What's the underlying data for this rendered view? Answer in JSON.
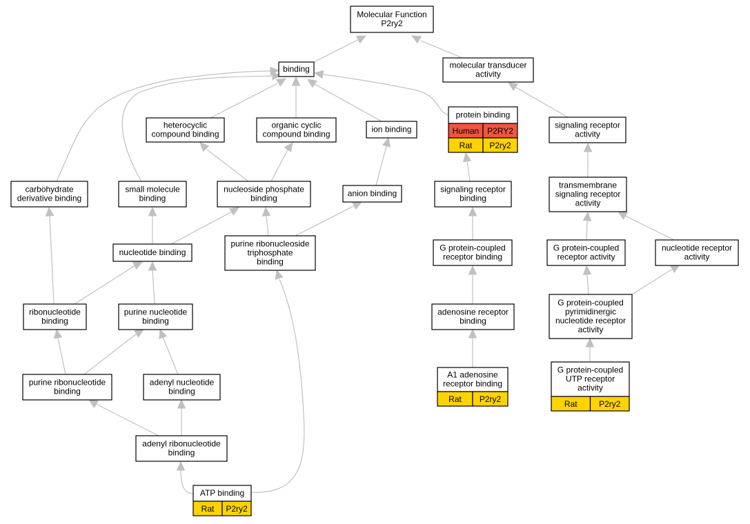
{
  "colors": {
    "human": "#f0553f",
    "rat": "#ffd300",
    "edge": "#c0c0c0",
    "node_border": "#000000"
  },
  "nodes": [
    {
      "id": "mf",
      "lines": [
        "Molecular Function",
        "P2ry2"
      ]
    },
    {
      "id": "binding",
      "lines": [
        "binding"
      ]
    },
    {
      "id": "mol_trans",
      "lines": [
        "molecular transducer",
        "activity"
      ]
    },
    {
      "id": "hetero",
      "lines": [
        "heterocyclic",
        "compound binding"
      ]
    },
    {
      "id": "orgcyc",
      "lines": [
        "organic cyclic",
        "compound binding"
      ]
    },
    {
      "id": "ion",
      "lines": [
        "ion binding"
      ]
    },
    {
      "id": "protein",
      "lines": [
        "protein binding"
      ],
      "tags": [
        [
          "Human",
          "P2RY2"
        ],
        [
          "Rat",
          "P2ry2"
        ]
      ]
    },
    {
      "id": "sig_rec_act",
      "lines": [
        "signaling receptor",
        "activity"
      ]
    },
    {
      "id": "carb",
      "lines": [
        "carbohydrate",
        "derivative binding"
      ]
    },
    {
      "id": "smallmol",
      "lines": [
        "small molecule",
        "binding"
      ]
    },
    {
      "id": "nucphos",
      "lines": [
        "nucleoside phosphate",
        "binding"
      ]
    },
    {
      "id": "anion",
      "lines": [
        "anion binding"
      ]
    },
    {
      "id": "sig_rec_bind",
      "lines": [
        "signaling receptor",
        "binding"
      ]
    },
    {
      "id": "tm_sig",
      "lines": [
        "transmembrane",
        "signaling receptor",
        "activity"
      ]
    },
    {
      "id": "nucleotide",
      "lines": [
        "nucleotide binding"
      ]
    },
    {
      "id": "purine_rnstp",
      "lines": [
        "purine ribonucleoside",
        "triphosphate",
        "binding"
      ]
    },
    {
      "id": "gpcr_bind",
      "lines": [
        "G protein-coupled",
        "receptor binding"
      ]
    },
    {
      "id": "gpcr_act",
      "lines": [
        "G protein-coupled",
        "receptor activity"
      ]
    },
    {
      "id": "nuc_rec",
      "lines": [
        "nucleotide receptor",
        "activity"
      ]
    },
    {
      "id": "ribonuc",
      "lines": [
        "ribonucleotide",
        "binding"
      ]
    },
    {
      "id": "purine_nuc",
      "lines": [
        "purine nucleotide",
        "binding"
      ]
    },
    {
      "id": "adenosine_rec",
      "lines": [
        "adenosine receptor",
        "binding"
      ]
    },
    {
      "id": "gpcr_pyr",
      "lines": [
        "G protein-coupled",
        "pyrimidinergic",
        "nucleotide receptor",
        "activity"
      ]
    },
    {
      "id": "purine_ribonuc",
      "lines": [
        "purine ribonucleotide",
        "binding"
      ]
    },
    {
      "id": "adenyl_nuc",
      "lines": [
        "adenyl nucleotide",
        "binding"
      ]
    },
    {
      "id": "a1_adenosine",
      "lines": [
        "A1 adenosine",
        "receptor binding"
      ],
      "tags": [
        [
          "Rat",
          "P2ry2"
        ]
      ]
    },
    {
      "id": "gpcr_utp",
      "lines": [
        "G protein-coupled",
        "UTP receptor",
        "activity"
      ],
      "tags": [
        [
          "Rat",
          "P2ry2"
        ]
      ]
    },
    {
      "id": "adenyl_ribonuc",
      "lines": [
        "adenyl ribonucleotide",
        "binding"
      ]
    },
    {
      "id": "atp",
      "lines": [
        "ATP binding"
      ],
      "tags": [
        [
          "Rat",
          "P2ry2"
        ]
      ]
    }
  ]
}
